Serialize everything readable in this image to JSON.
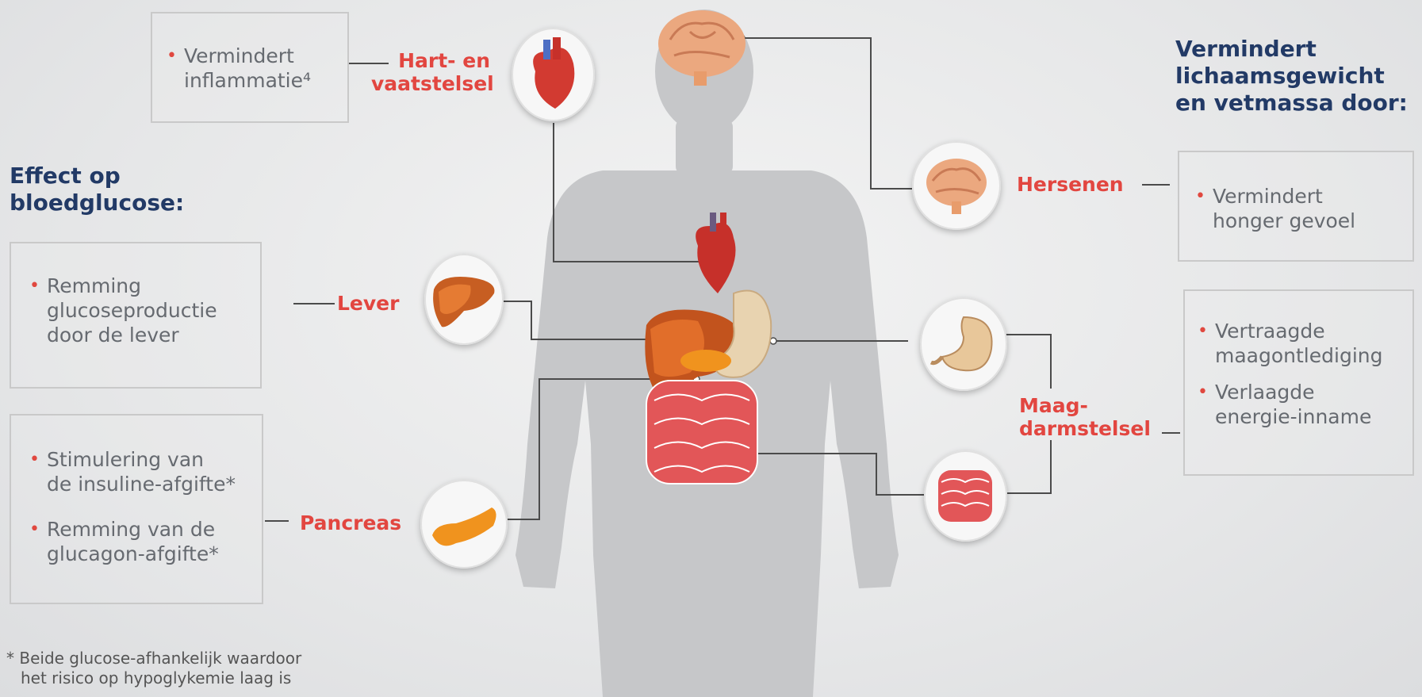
{
  "left_heading": {
    "line1": "Effect op",
    "line2": "bloedglucose:"
  },
  "right_heading": {
    "line1": "Vermindert",
    "line2": "lichaamsgewicht",
    "line3": "en vetmassa door:"
  },
  "organs": {
    "heart": {
      "line1": "Hart- en",
      "line2": "vaatstelsel"
    },
    "liver": "Lever",
    "pancreas": "Pancreas",
    "brain": "Hersenen",
    "gut": {
      "line1": "Maag-",
      "line2": "darmstelsel"
    }
  },
  "boxes": {
    "heart": {
      "line1": "Vermindert",
      "line2": "inflammatie⁴"
    },
    "liver": {
      "line1": "Remming",
      "line2": "glucoseproductie",
      "line3": "door de lever"
    },
    "pancreas": {
      "item1": {
        "line1": "Stimulering van",
        "line2": "de insuline-afgifte*"
      },
      "item2": {
        "line1": "Remming van de",
        "line2": "glucagon-afgifte*"
      }
    },
    "brain": {
      "line1": "Vermindert",
      "line2": "honger gevoel"
    },
    "gut": {
      "item1": {
        "line1": "Vertraagde",
        "line2": "maagontlediging"
      },
      "item2": {
        "line1": "Verlaagde",
        "line2": "energie-inname"
      }
    }
  },
  "footnote": {
    "line1": "* Beide glucose-afhankelijk waardoor",
    "line2": "het risico op hypoglykemie laag is"
  },
  "colors": {
    "accent_red": "#e24640",
    "navy": "#223a66",
    "silhouette": "#c9cacc"
  }
}
